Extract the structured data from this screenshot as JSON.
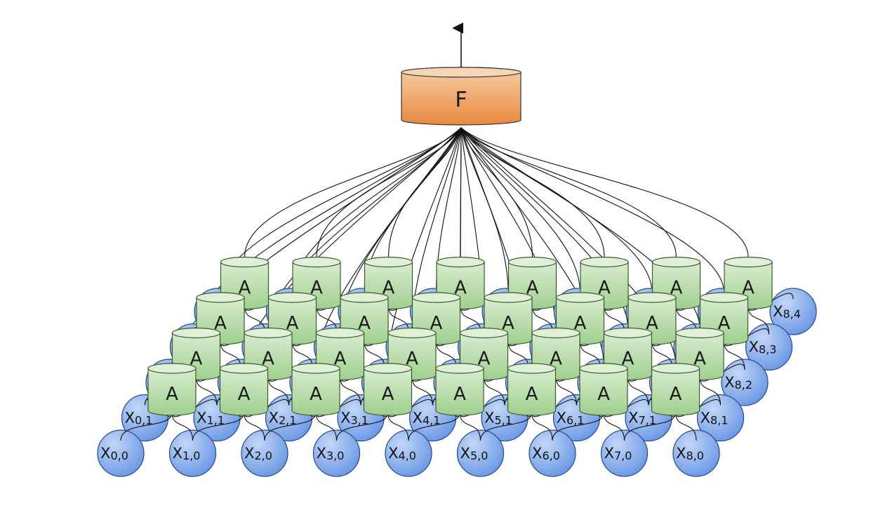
{
  "top_node": {
    "label": "F"
  },
  "module_label": "A",
  "grid": {
    "columns": 9,
    "rows": 5,
    "module_columns": 8,
    "module_rows": 4
  },
  "colors": {
    "f_top": "#f6cfa8",
    "f_bottom": "#e8893f",
    "a_top": "#d9ecd0",
    "a_bottom": "#9fd08e",
    "x_light": "#b4cdf5",
    "x_dark": "#6d9be8",
    "stroke": "#333333"
  }
}
